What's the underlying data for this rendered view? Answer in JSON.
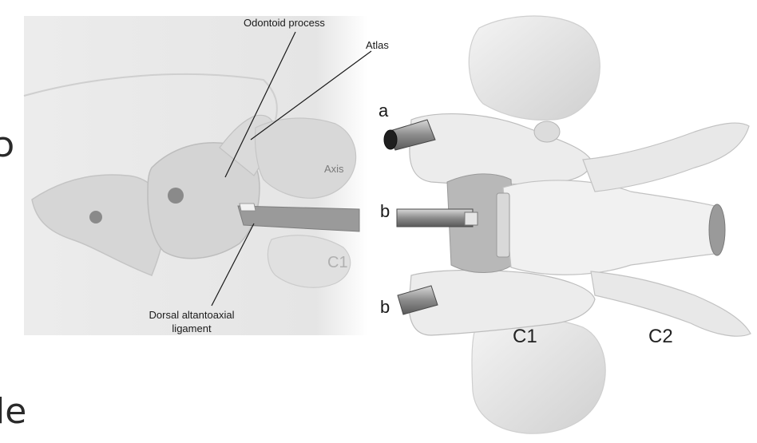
{
  "left_panel": {
    "labels": {
      "odontoid_process": "Odontoid process",
      "atlas": "Atlas",
      "axis": "Axis",
      "c1": "C1",
      "dorsal_ligament_line1": "Dorsal altantoaxial",
      "dorsal_ligament_line2": "ligament"
    }
  },
  "right_panel": {
    "labels": {
      "a": "a",
      "b_upper": "b",
      "b_lower": "b",
      "c1": "C1",
      "c2": "C2"
    }
  },
  "edge_glyphs": {
    "top": "ɔ",
    "bottom": "le"
  },
  "colors": {
    "bone_light": "#e9e9e9",
    "bone_mid": "#d2d2d2",
    "bone_dark": "#a8a8a8",
    "marker_gray": "#8a8a8a",
    "line": "#1a1a1a"
  }
}
